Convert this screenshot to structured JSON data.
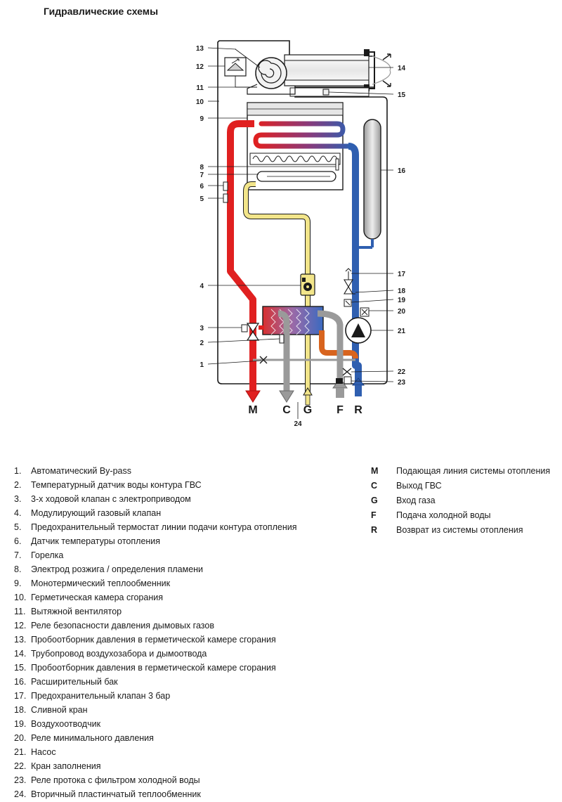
{
  "title": "Гидравлические схемы",
  "callouts": [
    {
      "num": "13"
    },
    {
      "num": "12"
    },
    {
      "num": "11"
    },
    {
      "num": "10"
    },
    {
      "num": "9"
    },
    {
      "num": "8"
    },
    {
      "num": "7"
    },
    {
      "num": "6"
    },
    {
      "num": "5"
    },
    {
      "num": "4"
    },
    {
      "num": "3"
    },
    {
      "num": "2"
    },
    {
      "num": "1"
    },
    {
      "num": "14"
    },
    {
      "num": "15"
    },
    {
      "num": "16"
    },
    {
      "num": "17"
    },
    {
      "num": "18"
    },
    {
      "num": "19"
    },
    {
      "num": "20"
    },
    {
      "num": "21"
    },
    {
      "num": "22"
    },
    {
      "num": "23"
    },
    {
      "num": "24"
    }
  ],
  "ports": [
    {
      "code": "M",
      "color": "#e02020"
    },
    {
      "code": "C",
      "color": "#8a8a8a"
    },
    {
      "code": "G",
      "color": "#f2e58a"
    },
    {
      "code": "F",
      "color": "#8a8a8a"
    },
    {
      "code": "R",
      "color": "#2f5fb0"
    }
  ],
  "colors": {
    "supply": "#e02020",
    "return": "#2f5fb0",
    "gas": "#f2e58a",
    "dhw": "#9a9a9a",
    "cold_water": "#d8641e"
  },
  "legend": [
    {
      "num": "1.",
      "text": "Автоматический By-pass"
    },
    {
      "num": "2.",
      "text": "Температурный датчик воды контура ГВС"
    },
    {
      "num": "3.",
      "text": "3-х ходовой клапан с электроприводом"
    },
    {
      "num": "4.",
      "text": "Модулирующий газовый клапан"
    },
    {
      "num": "5.",
      "text": "Предохранительный термостат линии подачи контура отопления"
    },
    {
      "num": "6.",
      "text": "Датчик температуры отопления"
    },
    {
      "num": "7.",
      "text": "Горелка"
    },
    {
      "num": "8.",
      "text": "Электрод розжига / определения пламени"
    },
    {
      "num": "9.",
      "text": "Монотермический теплообменник"
    },
    {
      "num": "10.",
      "text": "Герметическая камера сгорания"
    },
    {
      "num": "11.",
      "text": "Вытяжной вентилятор"
    },
    {
      "num": "12.",
      "text": "Реле безопасности давления дымовых газов"
    },
    {
      "num": "13.",
      "text": "Пробоотборник давления в герметической камере сгорания"
    },
    {
      "num": "14.",
      "text": "Трубопровод воздухозабора и дымоотвода"
    },
    {
      "num": "15.",
      "text": "Пробоотборник давления в герметической камере сгорания"
    },
    {
      "num": "16.",
      "text": "Расширительный бак"
    },
    {
      "num": "17.",
      "text": "Предохранительный клапан 3 бар"
    },
    {
      "num": "18.",
      "text": "Сливной кран"
    },
    {
      "num": "19.",
      "text": "Воздухоотводчик"
    },
    {
      "num": "20.",
      "text": "Реле минимального давления"
    },
    {
      "num": "21.",
      "text": "Насос"
    },
    {
      "num": "22.",
      "text": "Кран заполнения"
    },
    {
      "num": "23.",
      "text": "Реле протока с фильтром холодной воды"
    },
    {
      "num": "24.",
      "text": "Вторичный пластинчатый теплообменник"
    }
  ],
  "port_legend": [
    {
      "code": "M",
      "text": "Подающая линия системы отопления"
    },
    {
      "code": "C",
      "text": "Выход ГВС"
    },
    {
      "code": "G",
      "text": "Вход газа"
    },
    {
      "code": "F",
      "text": "Подача холодной воды"
    },
    {
      "code": "R",
      "text": "Возврат из системы отопления"
    }
  ]
}
